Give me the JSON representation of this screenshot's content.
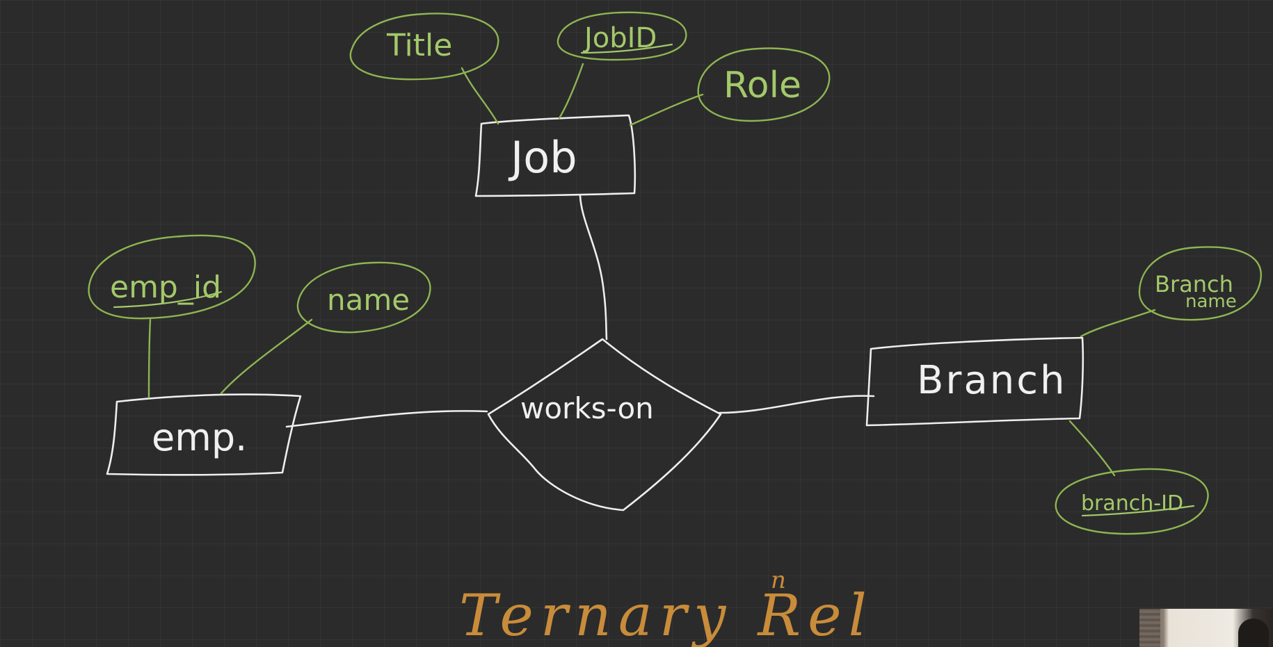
{
  "entities": {
    "job": "Job",
    "emp": "emp.",
    "branch": "Branch"
  },
  "relationship": {
    "label": "works-on"
  },
  "attributes": {
    "title": "Title",
    "job_id": "JobID",
    "role": "Role",
    "emp_id": "emp_id",
    "name": "name",
    "branch_name_line1": "Branch",
    "branch_name_line2": "name",
    "branch_id": "branch-ID"
  },
  "caption": {
    "text": "Ternary Rel",
    "superscript": "n"
  },
  "colors": {
    "background": "#2b2b2b",
    "entity_ink": "#eeeeee",
    "attribute_ink": "#8fb552",
    "caption_ink": "#c98c3a"
  },
  "overlay": {
    "icon": "webcam-thumbnail"
  }
}
